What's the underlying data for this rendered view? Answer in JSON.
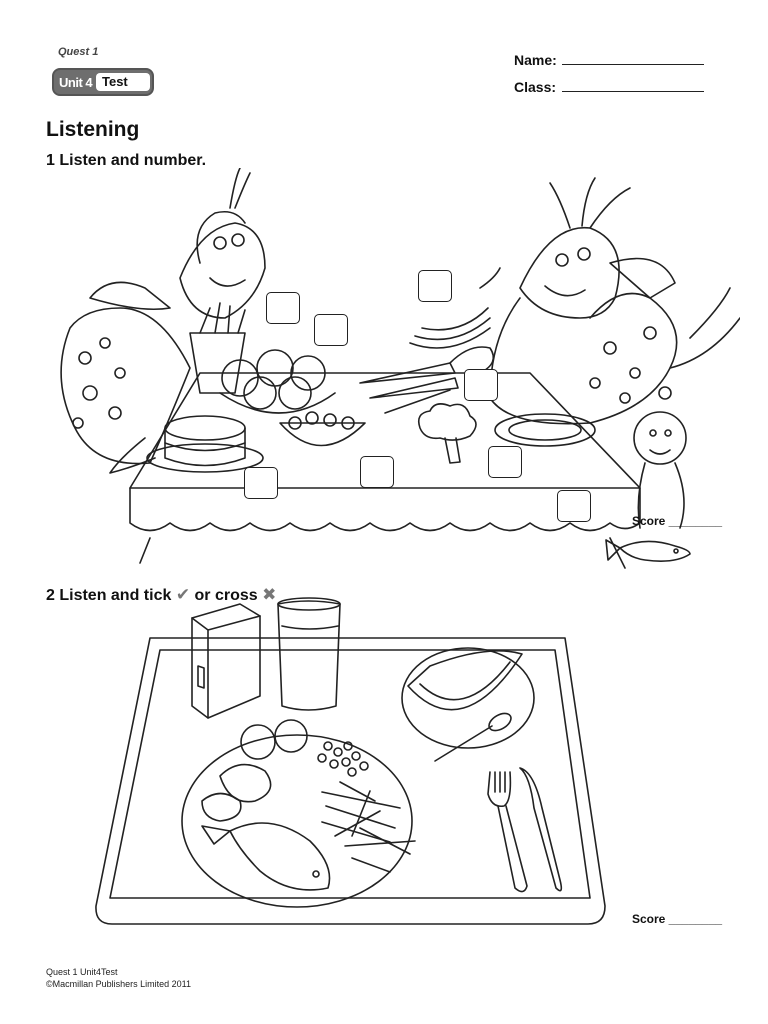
{
  "header": {
    "brand": "Quest 1",
    "unit": "Unit 4",
    "test_tag": "Test",
    "name_label": "Name:",
    "class_label": "Class:"
  },
  "listening": {
    "title": "Listening",
    "exercise1": {
      "instruction": "1 Listen and number.",
      "score_label": "Score ________"
    },
    "exercise2": {
      "instruction_start": "2 Listen and tick",
      "instruction_middle": "or cross",
      "score_label": "Score ________"
    }
  },
  "footer": {
    "line1": "Quest 1 Unit4Test",
    "line2": "©Macmillan Publishers Limited 2011"
  }
}
